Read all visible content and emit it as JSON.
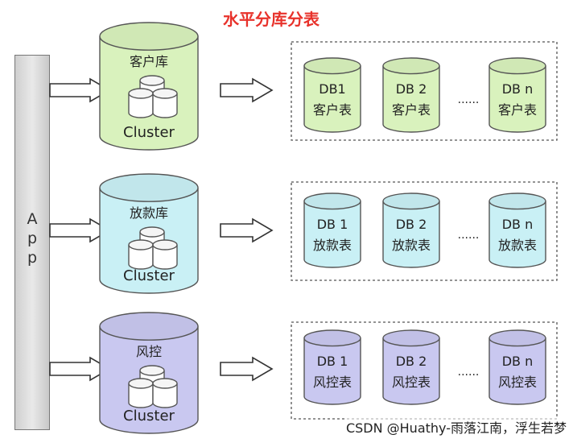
{
  "title": "水平分库分表",
  "app_label": "A p p",
  "watermark": "CSDN @Huathy-雨落江南，浮生若梦",
  "ellipsis": "......",
  "colors": {
    "green": "#d9f2bd",
    "cyan": "#c9f0f5",
    "purple": "#c9c8f0",
    "title": "#e8322b"
  },
  "rows": [
    {
      "id": "customer",
      "color": "green",
      "db_name": "客户库",
      "cluster": "Cluster",
      "tables": [
        {
          "db": "DB1",
          "table": "客户表"
        },
        {
          "db": "DB 2",
          "table": "客户表"
        },
        {
          "db": "DB n",
          "table": "客户表"
        }
      ]
    },
    {
      "id": "loan",
      "color": "cyan",
      "db_name": "放款库",
      "cluster": "Cluster",
      "tables": [
        {
          "db": "DB 1",
          "table": "放款表"
        },
        {
          "db": "DB 2",
          "table": "放款表"
        },
        {
          "db": "DB n",
          "table": "放款表"
        }
      ]
    },
    {
      "id": "risk",
      "color": "purple",
      "db_name": "风控",
      "cluster": "Cluster",
      "tables": [
        {
          "db": "DB 1",
          "table": "风控表"
        },
        {
          "db": "DB 2",
          "table": "风控表"
        },
        {
          "db": "DB n",
          "table": "风控表"
        }
      ]
    }
  ]
}
